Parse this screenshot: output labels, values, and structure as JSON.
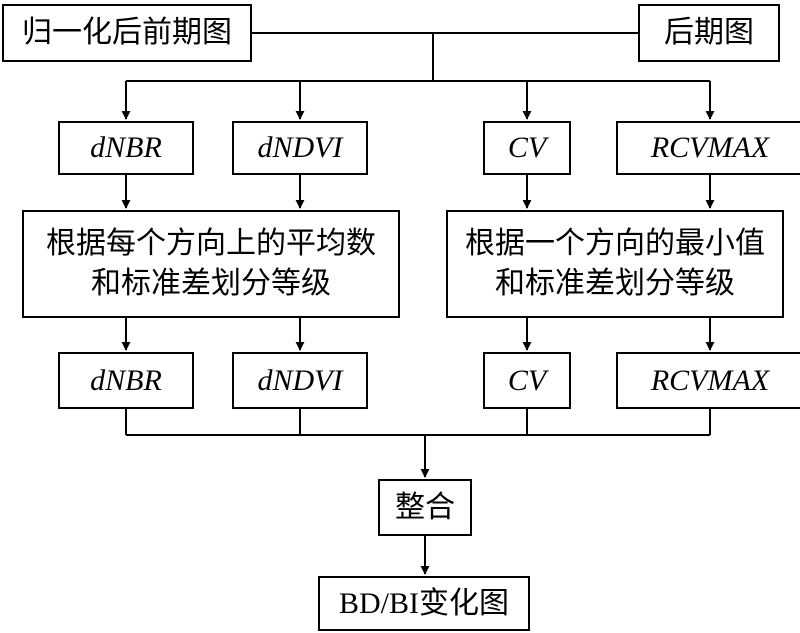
{
  "inputs": {
    "pre_image": "归一化后前期图",
    "post_image": "后期图"
  },
  "indices_top": [
    "dNBR",
    "dNDVI",
    "CV",
    "RCVMAX"
  ],
  "classify_left": [
    "根据每个方向上的平均数",
    "和标准差划分等级"
  ],
  "classify_right": [
    "根据一个方向的最小值",
    "和标准差划分等级"
  ],
  "indices_bottom": [
    "dNBR",
    "dNDVI",
    "CV",
    "RCVMAX"
  ],
  "merge": "整合",
  "output": "BD/BI变化图"
}
